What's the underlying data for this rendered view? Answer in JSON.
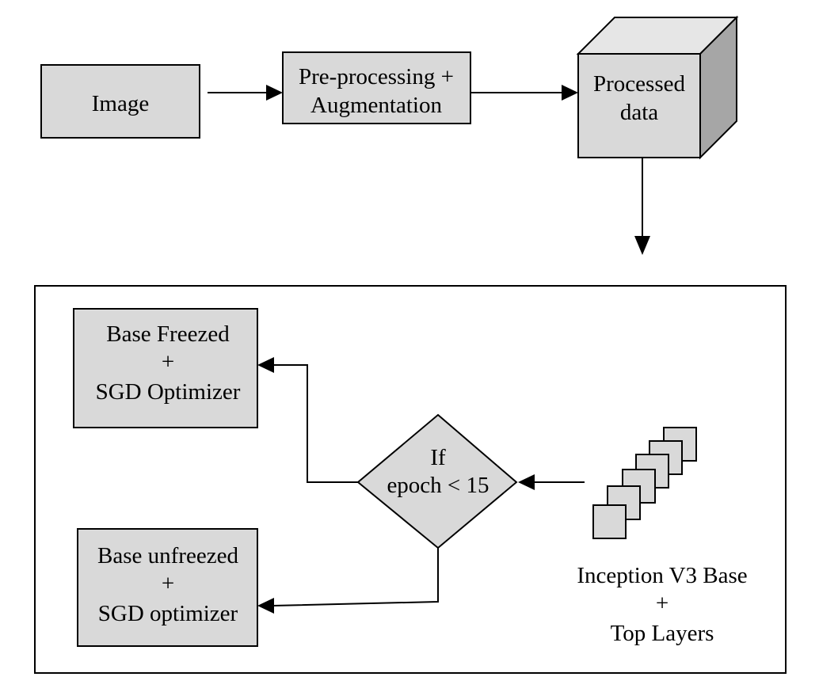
{
  "nodes": {
    "image": {
      "label": "Image"
    },
    "preprocessing": {
      "line1": "Pre-processing +",
      "line2": "Augmentation"
    },
    "processed_data": {
      "line1": "Processed",
      "line2": "data"
    },
    "base_freezed": {
      "line1": "Base Freezed",
      "line2": "+",
      "line3": "SGD Optimizer"
    },
    "base_unfreezed": {
      "line1": "Base unfreezed",
      "line2": "+",
      "line3": "SGD optimizer"
    },
    "decision": {
      "line1": "If",
      "line2": "epoch < 15"
    },
    "inception": {
      "line1": "Inception V3 Base",
      "line2": "+",
      "line3": "Top Layers"
    }
  },
  "colors": {
    "box_fill": "#d9d9d9",
    "cube_side": "#a6a6a6",
    "cube_top": "#e6e6e6",
    "stroke": "#000000"
  }
}
